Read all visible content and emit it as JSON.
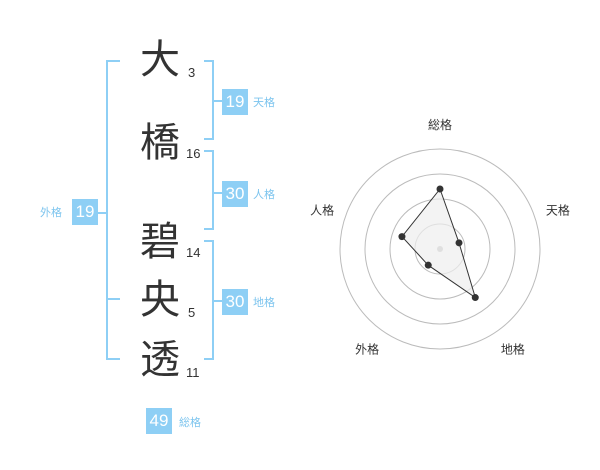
{
  "name": {
    "characters": [
      {
        "char": "大",
        "strokes": "3"
      },
      {
        "char": "橋",
        "strokes": "16"
      },
      {
        "char": "碧",
        "strokes": "14"
      },
      {
        "char": "央",
        "strokes": "5"
      },
      {
        "char": "透",
        "strokes": "11"
      }
    ]
  },
  "fortune": {
    "tenkaku": {
      "value": "19",
      "label": "天格"
    },
    "jinkaku": {
      "value": "30",
      "label": "人格"
    },
    "chikaku": {
      "value": "30",
      "label": "地格"
    },
    "gaikaku": {
      "value": "19",
      "label": "外格"
    },
    "soukaku": {
      "value": "49",
      "label": "総格"
    }
  },
  "chart_data": {
    "type": "radar",
    "axes": [
      "総格",
      "天格",
      "地格",
      "外格",
      "人格"
    ],
    "values": [
      3,
      1,
      3,
      1,
      2
    ],
    "range": [
      0,
      5
    ],
    "rings": 4,
    "grid": true,
    "colors": {
      "ring": "#bbbbbb",
      "polygon_fill": "#eeeeee",
      "polygon_stroke": "#333333",
      "point": "#333333",
      "center": "#bbbbbb",
      "accent": "#8ecff5"
    }
  }
}
